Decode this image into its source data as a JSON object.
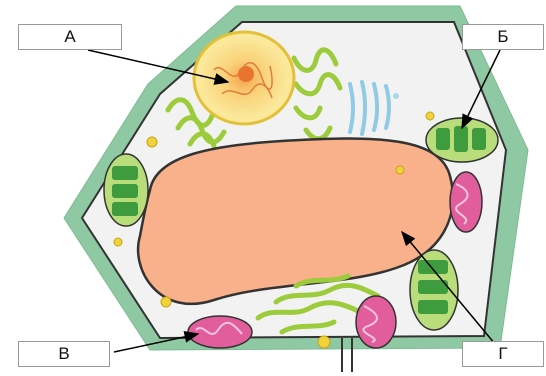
{
  "labels": {
    "a": "А",
    "b": "Б",
    "v": "В",
    "g": "Г"
  },
  "colors": {
    "cell_wall": "#8fc9a3",
    "cytoplasm": "#f2f2f2",
    "nucleus": "#fbe89a",
    "vacuole": "#f8b18a",
    "chloroplast": "#3e9b3e",
    "mitochondrion": "#e25d9c",
    "er": "#9ccb3b",
    "golgi": "#a9d8ee"
  }
}
